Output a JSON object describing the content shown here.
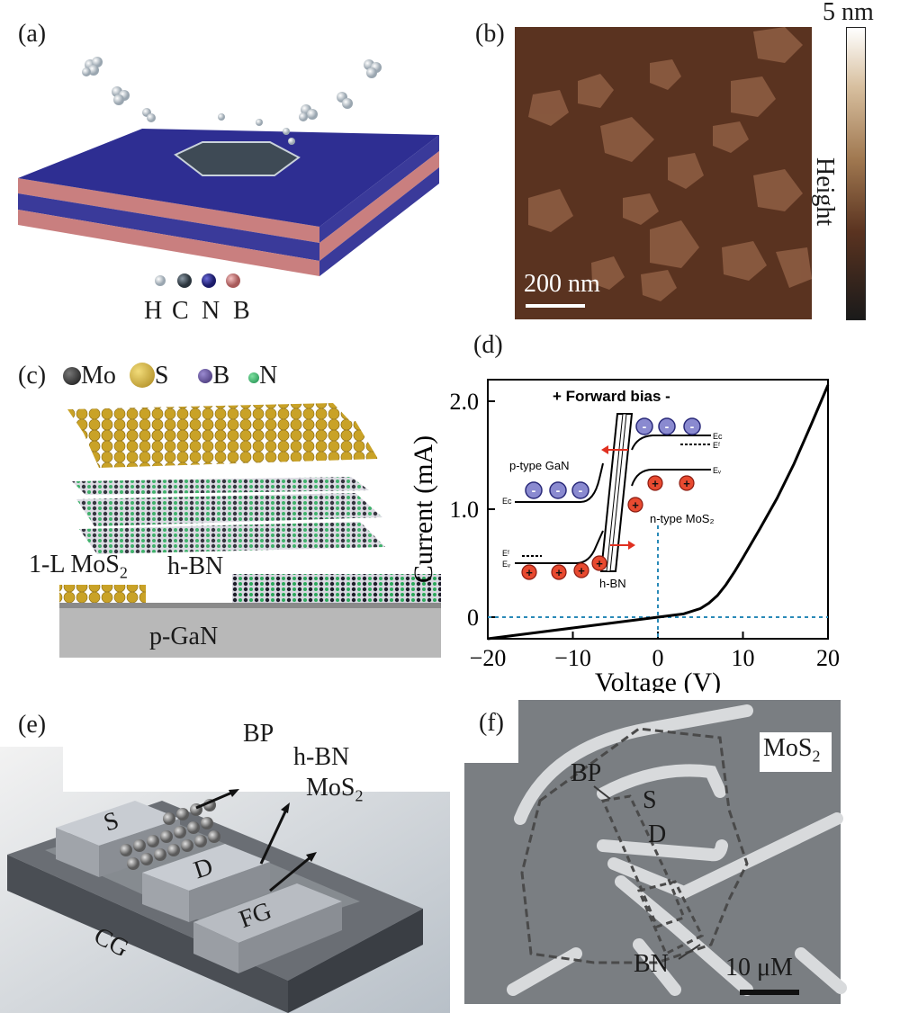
{
  "panels": {
    "a": {
      "label": "(a)",
      "legend": [
        "H",
        "C",
        "N",
        "B"
      ],
      "colors": {
        "H": "#d8e0e6",
        "C": "#3e4a55",
        "N": "#2c2c8a",
        "B": "#d08585"
      }
    },
    "b": {
      "label": "(b)",
      "colorbar_max": "5 nm",
      "colorbar_label": "Height",
      "scale_bar": "200 nm"
    },
    "c": {
      "label": "(c)",
      "legend": [
        {
          "symbol": "Mo",
          "color": "#1e1e1e"
        },
        {
          "symbol": "S",
          "color": "#c9a227"
        },
        {
          "symbol": "B",
          "color": "#4a3a7a"
        },
        {
          "symbol": "N",
          "color": "#2aa85a"
        }
      ],
      "layer_mos2_main": "1-L MoS",
      "layer_mos2_sub": "2",
      "layer_hbn": "h-BN",
      "substrate": "p-GaN"
    },
    "d": {
      "label": "(d)",
      "inset": {
        "forward_bias": "+ Forward bias -",
        "p_type": "p-type GaN",
        "n_type": "n-type MoS₂",
        "hbn": "h-BN",
        "ec": "Eᴄ",
        "ef": "Eᶠ",
        "ev": "Eᵥ",
        "plus": "+",
        "minus": "-"
      }
    },
    "e": {
      "label": "(e)",
      "bp": "BP",
      "hbn": "h-BN",
      "mos2_main": "MoS",
      "mos2_sub": "2",
      "source": "S",
      "drain": "D",
      "floating_gate": "FG",
      "control_gate": "CG"
    },
    "f": {
      "label": "(f)",
      "mos2_main": "MoS",
      "mos2_sub": "2",
      "bp": "BP",
      "source": "S",
      "drain": "D",
      "bn": "BN",
      "scale_bar": "10 μM"
    }
  },
  "chart_data": {
    "type": "line",
    "xlabel": "Voltage (V)",
    "ylabel": "Current (mA)",
    "xlim": [
      -20,
      20
    ],
    "ylim": [
      -0.2,
      2.2
    ],
    "xticks": [
      -20,
      -10,
      0,
      10,
      20
    ],
    "xtick_labels": [
      "−20",
      "−10",
      "0",
      "10",
      "20"
    ],
    "yticks": [
      0,
      1.0,
      2.0
    ],
    "ytick_labels": [
      "0",
      "1.0",
      "2.0"
    ],
    "series": [
      {
        "x": [
          -20,
          -15,
          -10,
          -5,
          0,
          3,
          5,
          6,
          7,
          8,
          9,
          10,
          12,
          14,
          16,
          18,
          20
        ],
        "y": [
          -0.2,
          -0.15,
          -0.1,
          -0.05,
          0,
          0.03,
          0.08,
          0.13,
          0.2,
          0.3,
          0.42,
          0.55,
          0.82,
          1.1,
          1.42,
          1.78,
          2.15
        ]
      }
    ],
    "reference_lines": {
      "x": 0,
      "y": 0
    }
  }
}
